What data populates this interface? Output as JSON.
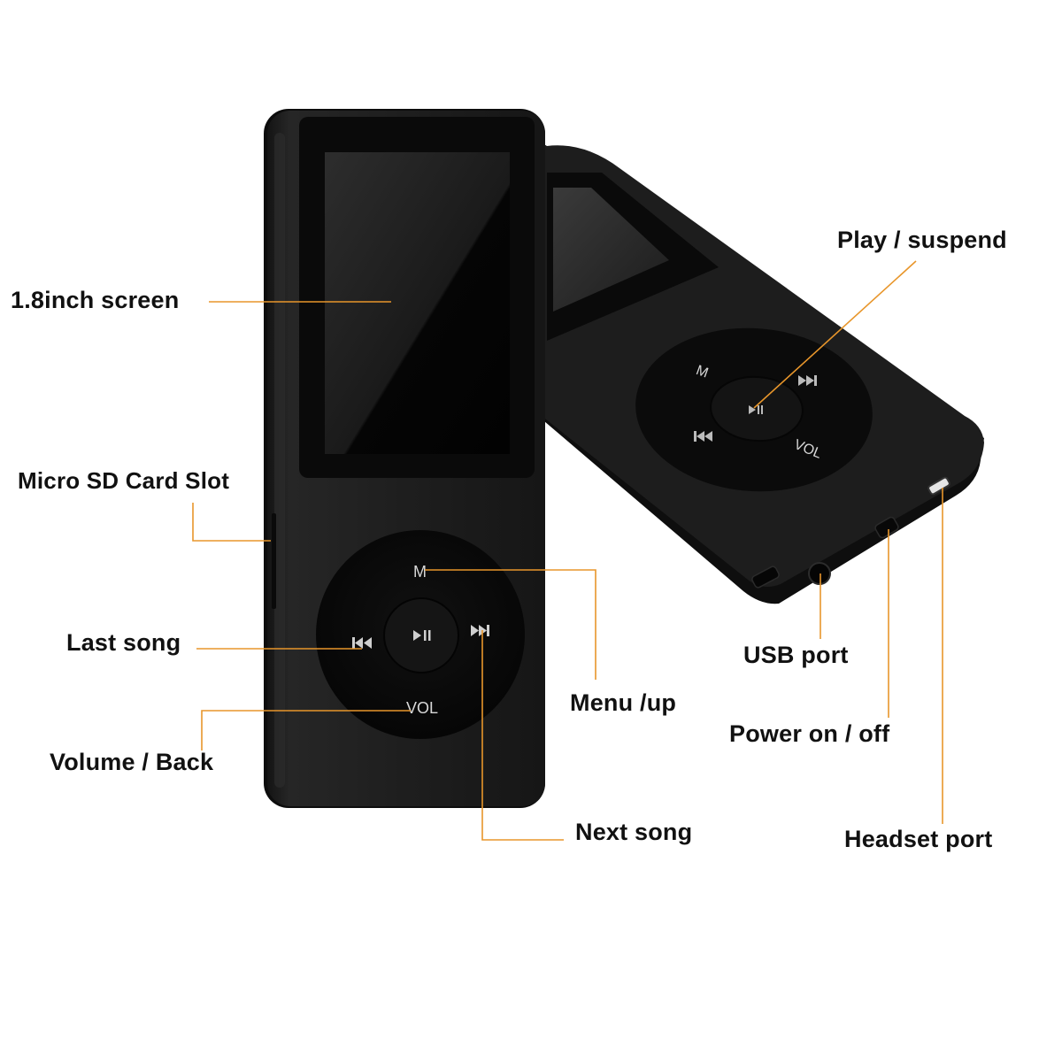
{
  "colors": {
    "callout": "#e8962b",
    "body": "#1b1b1b",
    "screen": "#050505",
    "text": "#111111"
  },
  "labels": {
    "screen": "1.8inch screen",
    "sd_slot": "Micro SD Card Slot",
    "last_song": "Last song",
    "volume_back": "Volume / Back",
    "menu_up": "Menu /up",
    "next_song": "Next song",
    "play_suspend": "Play / suspend",
    "usb_port": "USB port",
    "power": "Power on / off",
    "headset": "Headset port"
  },
  "buttons": {
    "menu": "M",
    "volume": "VOL"
  },
  "icons": [
    "play-pause-icon",
    "previous-track-icon",
    "next-track-icon"
  ]
}
